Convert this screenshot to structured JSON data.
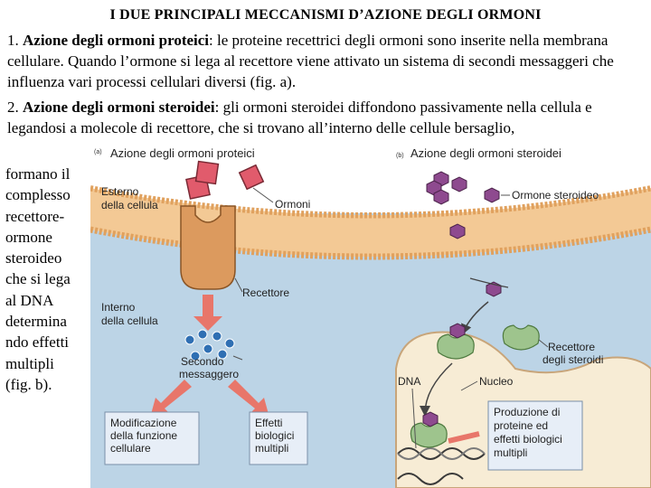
{
  "title": "I DUE PRINCIPALI MECCANISMI D’AZIONE DEGLI ORMONI",
  "point1": {
    "num": "1.",
    "heading": "Azione degli ormoni proteici",
    "text": ": le proteine recettrici degli ormoni sono inserite nella membrana cellulare. Quando l’ormone si lega al recettore viene attivato un sistema di secondi messaggeri che influenza vari processi cellulari diversi (fig. a)."
  },
  "point2": {
    "num": "2.",
    "heading": "Azione degli ormoni steroidei",
    "text_a": ": gli ormoni steroidei diffondono passivamente nella cellula e legandosi a molecole di recettore, che si trovano all’interno delle cellule bersaglio,",
    "side_lines": [
      "formano il",
      "complesso",
      "recettore-",
      "ormone",
      "steroideo",
      "che si lega",
      "al DNA",
      "determina",
      "ndo effetti",
      "multipli",
      "(fig. b)."
    ]
  },
  "figure": {
    "panel_a": {
      "letter": "(a)",
      "title": "Azione degli ormoni proteici",
      "outside": [
        "Esterno",
        "della cellula"
      ],
      "hormones": "Ormoni",
      "receptor": "Recettore",
      "inside": [
        "Interno",
        "della cellula"
      ],
      "messenger": [
        "Secondo",
        "messaggero"
      ],
      "box1": [
        "Modificazione",
        "della funzione",
        "cellulare"
      ],
      "box2": [
        "Effetti",
        "biologici",
        "multipli"
      ]
    },
    "panel_b": {
      "letter": "(b)",
      "title": "Azione degli ormoni steroidei",
      "hormone": "Ormone steroideo",
      "receptors": [
        "Recettore",
        "degli steroidi"
      ],
      "dna": "DNA",
      "nucleus": "Nucleo",
      "box": [
        "Produzione di",
        "proteine ed",
        "effetti biologici",
        "multipli"
      ]
    },
    "colors": {
      "membrane_band": "#f3c995",
      "membrane_head": "#e0a15e",
      "cytoplasm": "#bcd4e6",
      "nucleus": "#f7ecd5",
      "receptor_protein": "#dc9a5e",
      "protein_hormone": "#e15b6c",
      "steroid_hormone": "#8e4a8f",
      "steroid_receptor": "#9ec48d",
      "second_messenger": "#2f6fb3",
      "arrow": "#e8766a",
      "label_box": "#e7eef7"
    }
  }
}
